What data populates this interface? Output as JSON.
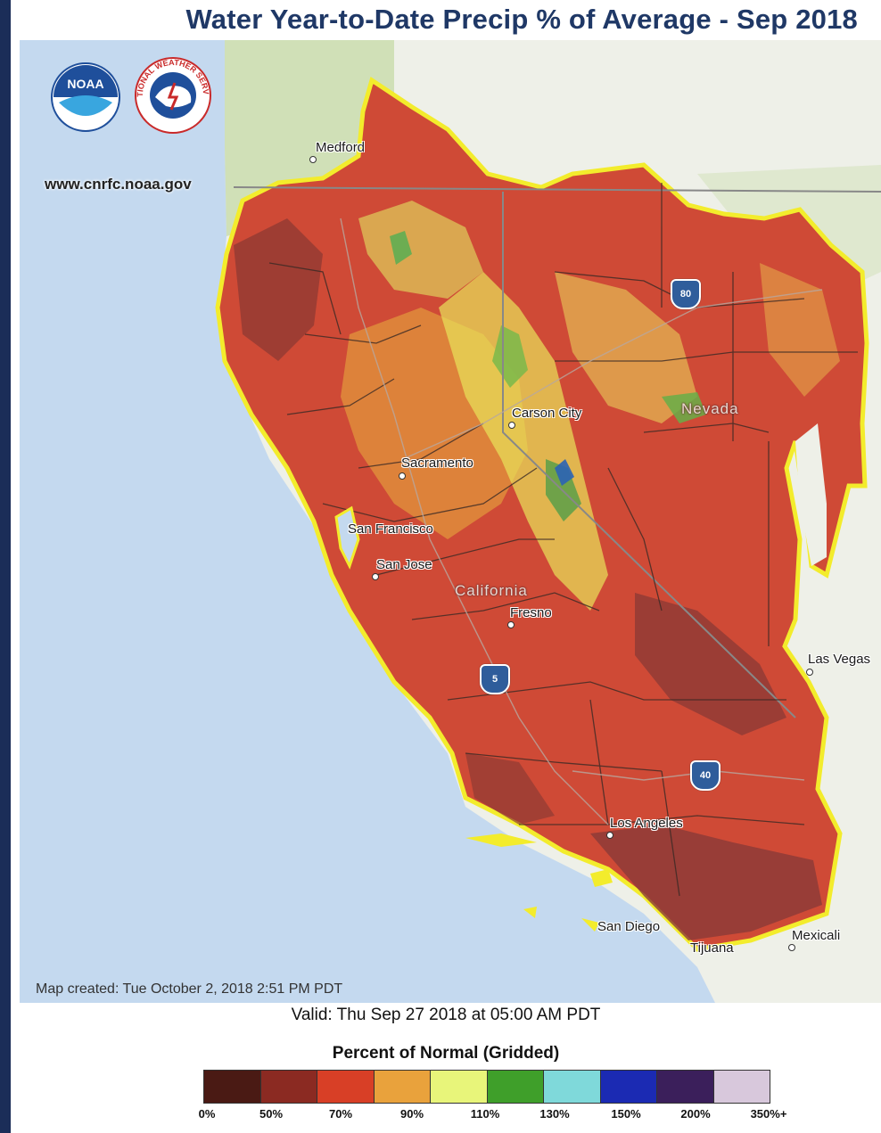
{
  "title": "Water Year-to-Date Precip % of Average - Sep 2018",
  "website": "www.cnrfc.noaa.gov",
  "logos": {
    "noaa": "NOAA",
    "nws": "NATIONAL WEATHER SERVICE"
  },
  "map": {
    "cities": [
      {
        "name": "Medford",
        "id": "medford"
      },
      {
        "name": "Carson City",
        "id": "carson-city"
      },
      {
        "name": "Nevada",
        "id": "nevada",
        "state": true
      },
      {
        "name": "Sacramento",
        "id": "sacramento"
      },
      {
        "name": "San Francisco",
        "id": "san-francisco"
      },
      {
        "name": "San Jose",
        "id": "san-jose"
      },
      {
        "name": "California",
        "id": "california",
        "state": true
      },
      {
        "name": "Fresno",
        "id": "fresno"
      },
      {
        "name": "Las Vegas",
        "id": "las-vegas"
      },
      {
        "name": "Los Angeles",
        "id": "los-angeles"
      },
      {
        "name": "San Diego",
        "id": "san-diego"
      },
      {
        "name": "Tijuana",
        "id": "tijuana"
      },
      {
        "name": "Mexicali",
        "id": "mexicali"
      }
    ],
    "highways": [
      "80",
      "5",
      "40"
    ]
  },
  "map_created": "Map created: Tue October 2, 2018 2:51 PM PDT",
  "valid": "Valid: Thu Sep 27 2018 at 05:00 AM PDT",
  "legend": {
    "title": "Percent of Normal (Gridded)",
    "colors": [
      "#4a1a14",
      "#8b2a22",
      "#d83f26",
      "#e9a23c",
      "#e8f57a",
      "#3f9f2a",
      "#7fd9da",
      "#1b2ab3",
      "#3b1f5b",
      "#d8c8dc"
    ],
    "ticks": [
      "0%",
      "50%",
      "70%",
      "90%",
      "110%",
      "130%",
      "150%",
      "200%",
      "350%+"
    ]
  }
}
